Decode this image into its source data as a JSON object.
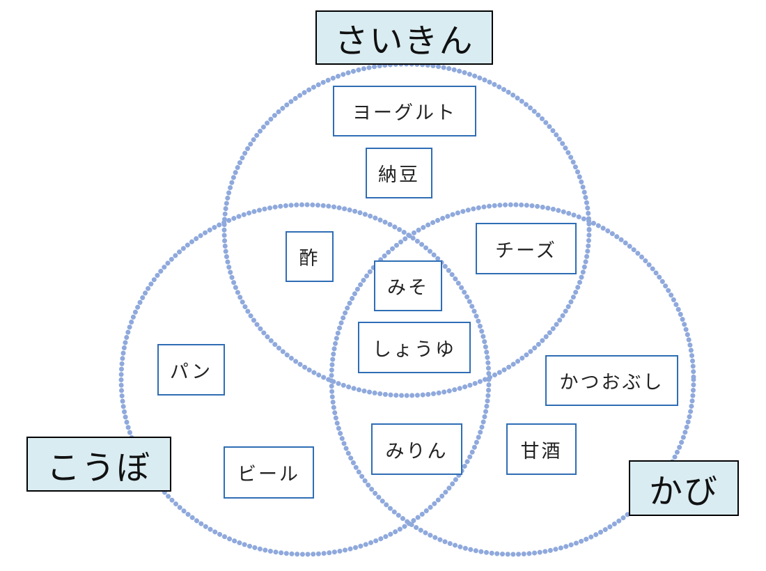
{
  "sets": {
    "bacteria": "さいきん",
    "yeast": "こうぼ",
    "mold": "かび"
  },
  "items": {
    "yogurt": "ヨーグルト",
    "natto": "納豆",
    "vinegar": "酢",
    "cheese": "チーズ",
    "miso": "みそ",
    "soy_sauce": "しょうゆ",
    "bread": "パン",
    "beer": "ビール",
    "mirin": "みりん",
    "katsuobushi": "かつおぶし",
    "amazake": "甘酒"
  },
  "colors": {
    "circle_dots": "#8fa9dc",
    "label_bg": "#d9ecf2",
    "item_border": "#2e6db4"
  }
}
